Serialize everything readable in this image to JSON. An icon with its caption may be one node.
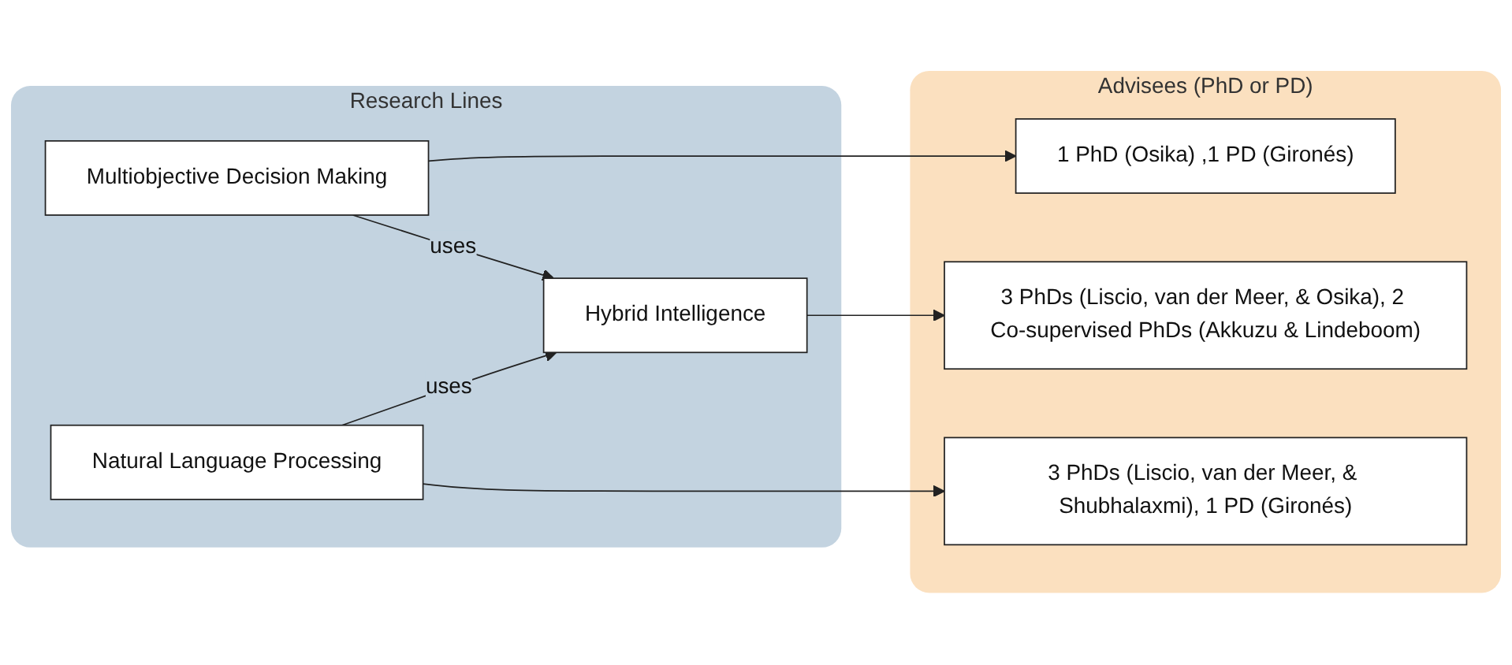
{
  "diagram": {
    "nodes": [
      {
        "text": [
          "Research Lines"
        ]
      },
      {
        "text": [
          "Multiobjective Decision Making"
        ],
        "in": 0
      },
      {
        "text": [
          "Hybrid Intelligence"
        ],
        "in": 0
      },
      {
        "text": [
          "Natural Language Processing"
        ],
        "in": 0
      },
      {
        "text": [
          "Advisees (PhD or PD)"
        ]
      },
      {
        "text": [
          "1 PhD (Osika) ,1 PD (Gironés)"
        ],
        "in": 4
      },
      {
        "text": [
          "3 PhDs (Liscio, van der Meer, & Osika), 2 Co-supervised PhDs (Akkuzu & Lindeboom)"
        ],
        "in": 4
      },
      {
        "text": [
          "3 PhDs (Liscio, van der Meer, & Shubhalaxmi), 1 PD (Gironés)"
        ],
        "in": 4
      }
    ],
    "edges": [
      {
        "from": 1,
        "to": 2,
        "arrow": "to",
        "label": "uses"
      },
      {
        "from": 3,
        "to": 2,
        "arrow": "to",
        "label": "uses"
      },
      {
        "from": 1,
        "to": 5,
        "arrow": "to"
      },
      {
        "from": 2,
        "to": 6,
        "arrow": "to"
      },
      {
        "from": 3,
        "to": 7,
        "arrow": "to"
      }
    ]
  }
}
